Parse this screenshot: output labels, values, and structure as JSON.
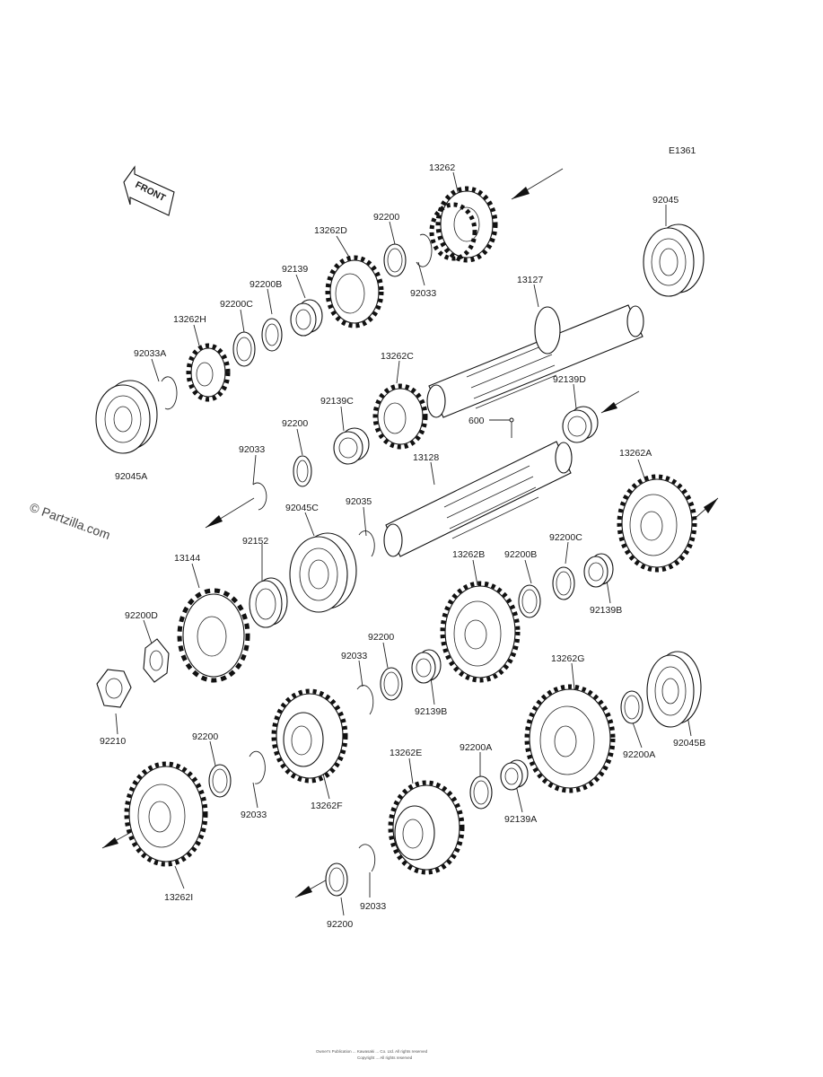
{
  "diagram_code": "E1361",
  "front_label": "FRONT",
  "watermark": "© Partzilla.com",
  "footer_line1": "Owner's Publication ... Kawasaki ... Co. Ltd. All rights reserved",
  "footer_line2": "Copyright ... All rights reserved",
  "labels": [
    "13262",
    "92045",
    "13262D",
    "92200",
    "92139",
    "92200B",
    "92033",
    "13127",
    "92200C",
    "13262H",
    "92033A",
    "13262C",
    "92139C",
    "92139D",
    "92200",
    "600",
    "92045A",
    "92033",
    "13128",
    "13262A",
    "92035",
    "92045C",
    "92152",
    "13144",
    "13262B",
    "92200B",
    "92200C",
    "92139B",
    "92200D",
    "92200",
    "92033",
    "92139B",
    "13262G",
    "92210",
    "92200",
    "92033",
    "13262F",
    "13262E",
    "92200A",
    "92045B",
    "92200A",
    "92139A",
    "13262I",
    "92033",
    "92200"
  ]
}
